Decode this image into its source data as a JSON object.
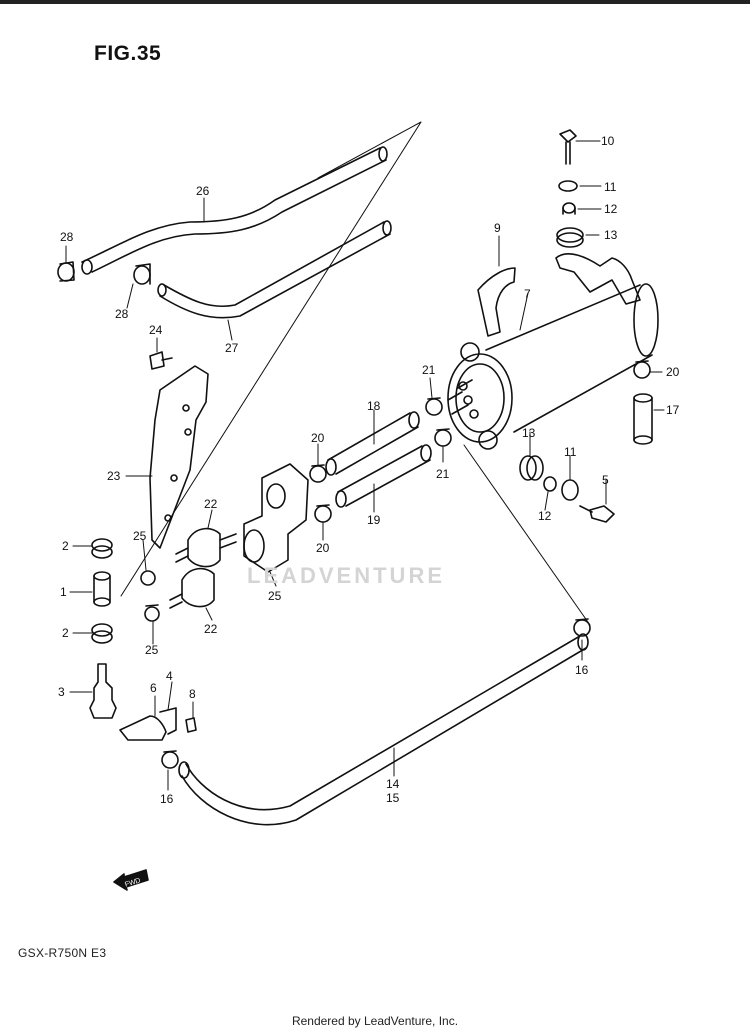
{
  "figure": {
    "title": "FIG.35",
    "model": "GSX-R750N E3",
    "footer": "Rendered by LeadVenture, Inc.",
    "watermark": "LEADVENTURE",
    "fwd_label": "FWD"
  },
  "part_numbers": [
    "1",
    "2",
    "2",
    "3",
    "4",
    "5",
    "6",
    "7",
    "8",
    "9",
    "10",
    "11",
    "11",
    "12",
    "12",
    "13",
    "13",
    "14",
    "15",
    "16",
    "16",
    "17",
    "18",
    "19",
    "20",
    "20",
    "20",
    "21",
    "21",
    "22",
    "22",
    "23",
    "24",
    "25",
    "25",
    "25",
    "26",
    "27",
    "28",
    "28"
  ]
}
